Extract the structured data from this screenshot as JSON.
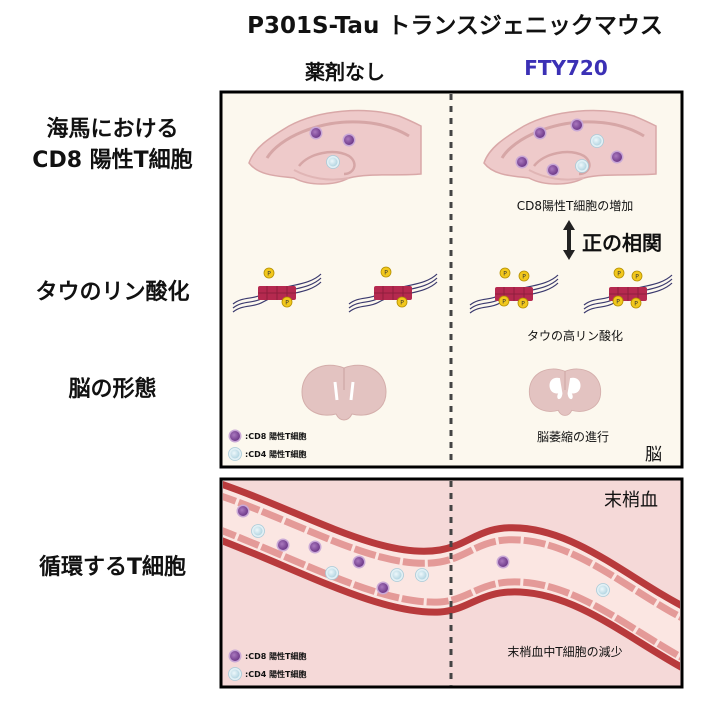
{
  "title": "P301S-Tau トランスジェニックマウス",
  "columns": {
    "control": "薬剤なし",
    "treated": "FTY720"
  },
  "row_labels": {
    "hippocampus_line1": "海馬における",
    "hippocampus_line2": "CD8 陽性T細胞",
    "tau": "タウのリン酸化",
    "brain": "脳の形態",
    "blood": "循環するT細胞"
  },
  "annotations": {
    "cd8_increase": "CD8陽性T細胞の増加",
    "correlation": "正の相関",
    "tau_hyper": "タウの高リン酸化",
    "atrophy": "脳萎縮の進行",
    "brain_panel": "脳",
    "blood_panel": "末梢血",
    "blood_decrease": "末梢血中T細胞の減少"
  },
  "legend": {
    "cd8": ":CD8 陽性T細胞",
    "cd4": ":CD4 陽性T細胞"
  },
  "phospho_label": "P",
  "colors": {
    "accent": "#3b30b5",
    "brain_bg": "#fcf8ee",
    "blood_bg": "#f5d9d8",
    "cd8": "#8b4fa3",
    "cd4": "#cfe5ee",
    "vessel": "#b83a3c",
    "tau_block": "#b5294f",
    "phospho": "#f2c81c"
  }
}
